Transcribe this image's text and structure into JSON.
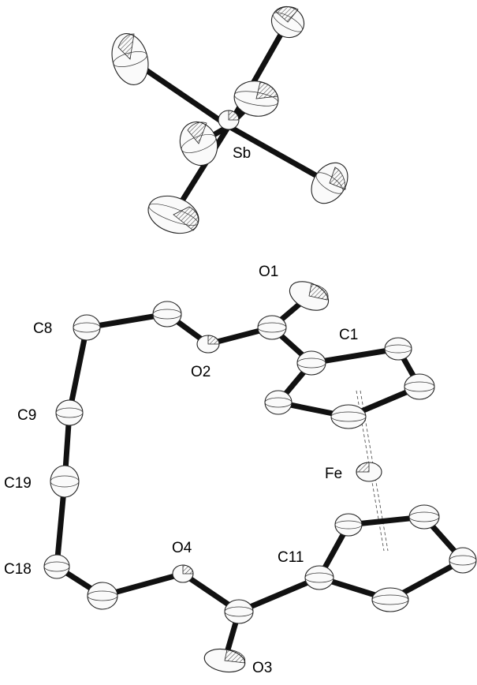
{
  "labels": {
    "sb": "Sb",
    "o1": "O1",
    "c1": "C1",
    "c8": "C8",
    "o2": "O2",
    "c9": "C9",
    "fe": "Fe",
    "c19": "C19",
    "o4": "O4",
    "c11": "C11",
    "c18": "C18",
    "o3": "O3"
  }
}
